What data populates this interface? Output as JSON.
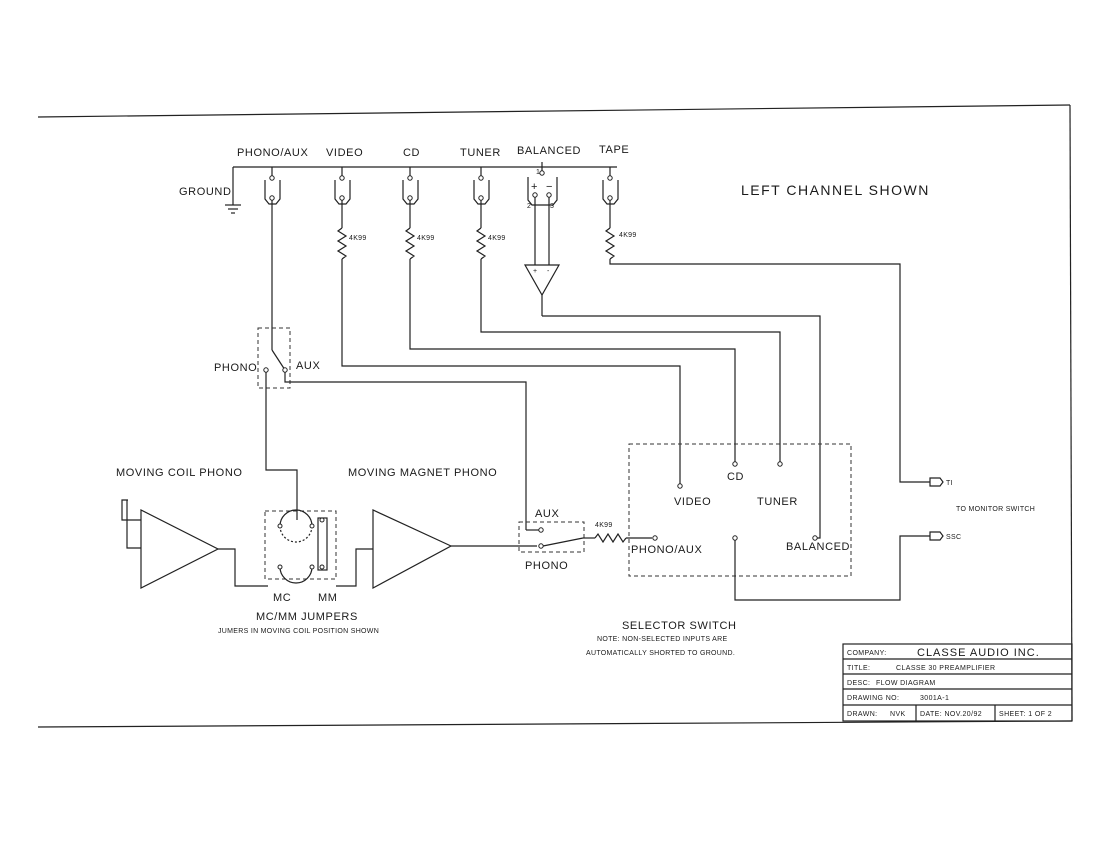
{
  "inputs": {
    "phono_aux": "PHONO/AUX",
    "video": "VIDEO",
    "cd": "CD",
    "tuner": "TUNER",
    "balanced": "BALANCED",
    "tape": "TAPE"
  },
  "ground_label": "GROUND",
  "channel_note": "LEFT CHANNEL SHOWN",
  "resistor_value": "4K99",
  "balanced_pins": {
    "pin1": "1",
    "pin2": "2",
    "pin3": "3",
    "plus": "+",
    "minus": "−"
  },
  "phono_switch": {
    "phono": "PHONO",
    "aux": "AUX"
  },
  "stages": {
    "moving_coil": "MOVING COIL PHONO",
    "moving_magnet": "MOVING MAGNET PHONO"
  },
  "jumpers": {
    "mc": "MC",
    "mm": "MM",
    "title": "MC/MM JUMPERS",
    "note": "JUMERS IN MOVING COIL POSITION SHOWN"
  },
  "aux_switch": {
    "aux": "AUX",
    "phono": "PHONO"
  },
  "selector": {
    "video": "VIDEO",
    "cd": "CD",
    "tuner": "TUNER",
    "phono_aux": "PHONO/AUX",
    "balanced": "BALANCED",
    "title": "SELECTOR SWITCH",
    "note_line1": "NOTE: NON-SELECTED INPUTS ARE",
    "note_line2": "AUTOMATICALLY SHORTED TO GROUND."
  },
  "monitor": {
    "ti": "TI",
    "ssc": "SSC",
    "label": "TO MONITOR SWITCH"
  },
  "title_block": {
    "company_label": "COMPANY:",
    "company": "CLASSE AUDIO INC.",
    "title_label": "TITLE:",
    "title": "CLASSE 30 PREAMPLIFIER",
    "desc_label": "DESC:",
    "desc": "FLOW DIAGRAM",
    "drawing_label": "DRAWING NO:",
    "drawing": "3001A-1",
    "drawn_label": "DRAWN:",
    "drawn": "NVK",
    "date": "DATE: NOV.20/92",
    "sheet": "SHEET:  1 OF 2"
  }
}
